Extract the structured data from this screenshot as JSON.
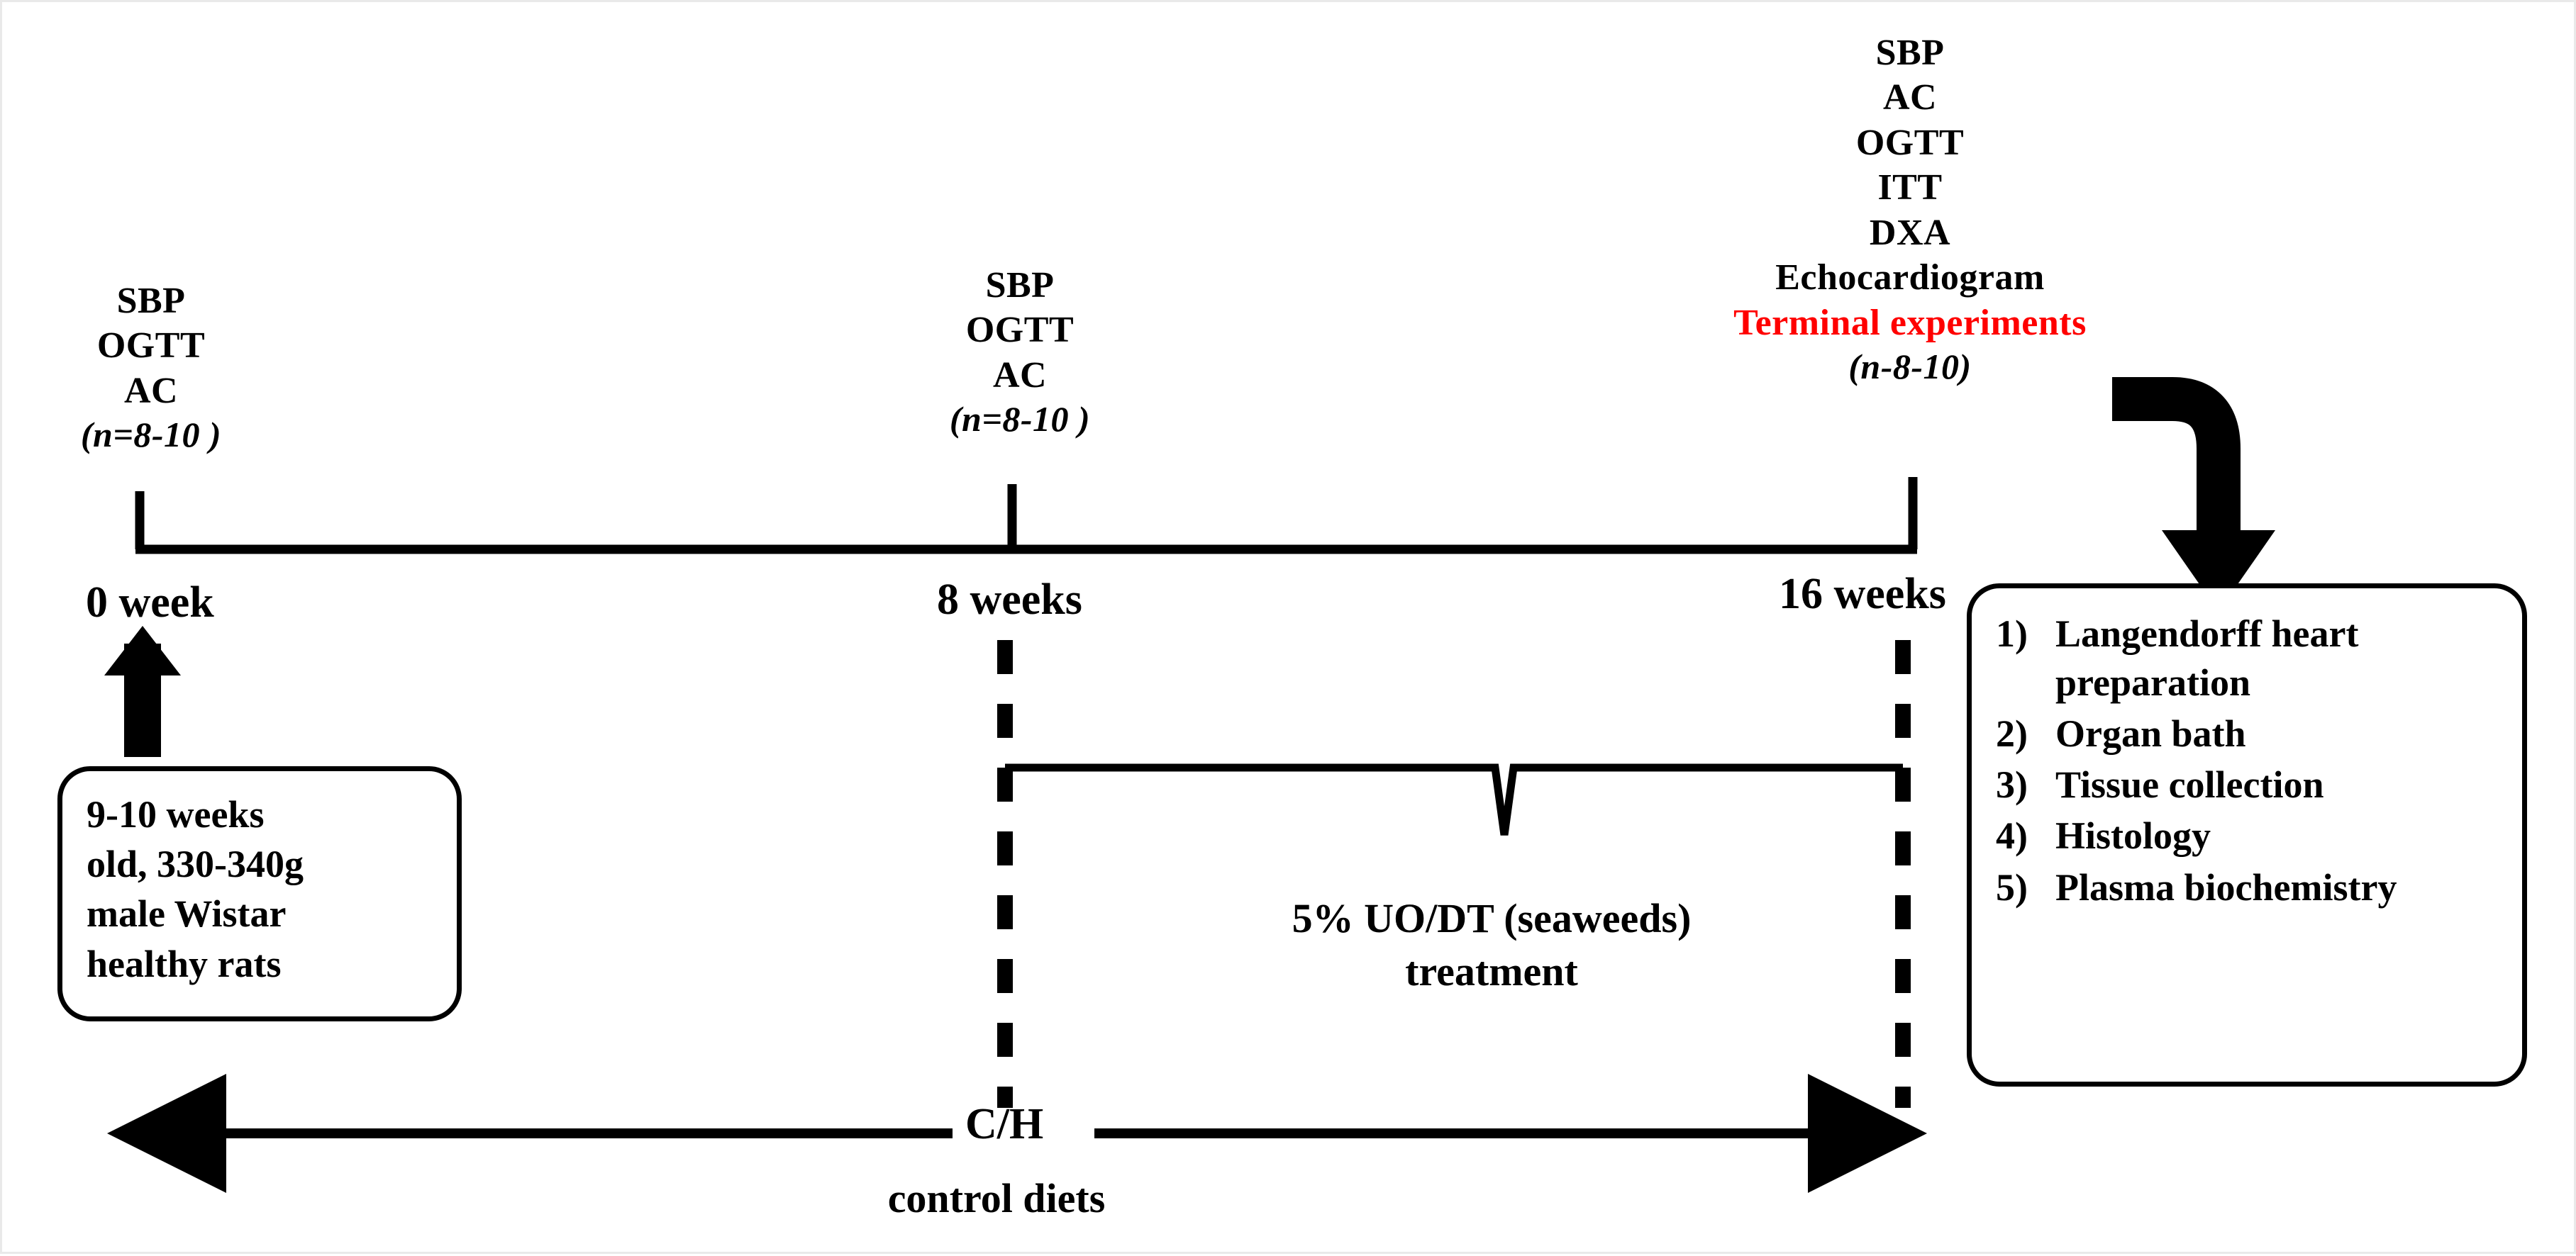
{
  "diagram": {
    "title": "Experimental protocol timeline",
    "axis_color": "#000000",
    "highlight_color": "#FF0000"
  },
  "timepoints": [
    {
      "id": "week0",
      "axis_label": "0 week",
      "measures": [
        "SBP",
        "OGTT",
        "AC"
      ],
      "n_label": "(n=8-10 )"
    },
    {
      "id": "week8",
      "axis_label": "8 weeks",
      "measures": [
        "SBP",
        "OGTT",
        "AC"
      ],
      "n_label": "(n=8-10 )"
    },
    {
      "id": "week16",
      "axis_label": "16 weeks",
      "measures": [
        "SBP",
        "AC",
        "OGTT",
        "ITT",
        "DXA",
        "Echocardiogram"
      ],
      "terminal_label": "Terminal experiments",
      "n_label": "(n-8-10)"
    }
  ],
  "animal_box": {
    "lines": [
      "9-10 weeks",
      "old, 330-340g",
      "male Wistar",
      "healthy rats"
    ]
  },
  "results_box": {
    "items": [
      "Langendorff heart preparation",
      "Organ bath",
      "Tissue collection",
      "Histology",
      "Plasma biochemistry"
    ]
  },
  "treatment": {
    "line1": "5% UO/DT (seaweeds)",
    "line2": "treatment"
  },
  "diet": {
    "label": "C/H",
    "sub_label": "control diets"
  }
}
